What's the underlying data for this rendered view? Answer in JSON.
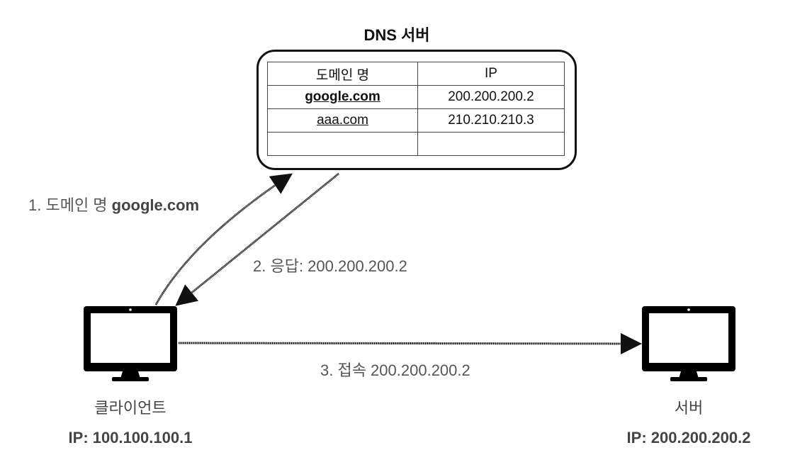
{
  "dns_server": {
    "title": "DNS 서버",
    "table": {
      "headers": [
        "도메인 명",
        "IP"
      ],
      "rows": [
        [
          "google.com",
          "200.200.200.2"
        ],
        [
          "aaa.com",
          "210.210.210.3"
        ],
        [
          "",
          ""
        ]
      ]
    }
  },
  "edges": {
    "request": {
      "prefix": "1. 도메인 명 ",
      "domain": "google.com"
    },
    "response": "2. 응답: 200.200.200.2",
    "connect": "3. 접속 200.200.200.2"
  },
  "client": {
    "label": "클라이언트",
    "ip": "IP: 100.100.100.1",
    "icon": "monitor-icon"
  },
  "server": {
    "label": "서버",
    "ip": "IP: 200.200.200.2",
    "icon": "monitor-icon"
  }
}
